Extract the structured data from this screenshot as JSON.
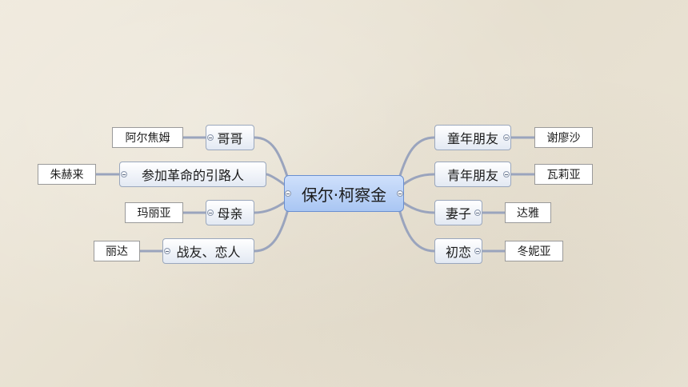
{
  "central": "保尔·柯察金",
  "left_branches": [
    {
      "label": "哥哥",
      "detail": "阿尔焦姆"
    },
    {
      "label": "参加革命的引路人",
      "detail": "朱赫来"
    },
    {
      "label": "母亲",
      "detail": "玛丽亚"
    },
    {
      "label": "战友、恋人",
      "detail": "丽达"
    }
  ],
  "right_branches": [
    {
      "label": "童年朋友",
      "detail": "谢廖沙"
    },
    {
      "label": "青年朋友",
      "detail": "瓦莉亚"
    },
    {
      "label": "妻子",
      "detail": "达雅"
    },
    {
      "label": "初恋",
      "detail": "冬妮亚"
    }
  ],
  "colors": {
    "link": "#9aa4bd",
    "central_fill": "#b9d0f7",
    "central_border": "#6a8fd0"
  }
}
